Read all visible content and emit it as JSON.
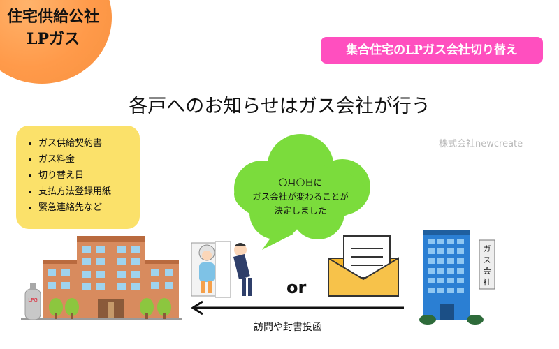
{
  "badge": {
    "line1": "住宅供給公社",
    "line2": "LPガス"
  },
  "header_tag": "集合住宅のLPガス会社切り替え",
  "main_title": "各戸へのお知らせはガス会社が行う",
  "watermark": "株式会社newcreate",
  "notice_items": [
    "ガス供給契約書",
    "ガス料金",
    "切り替え日",
    "支払方法登録用紙",
    "緊急連絡先など"
  ],
  "speech_bubble": {
    "line1": "〇月〇日に",
    "line2": "ガス会社が変わることが",
    "line3": "決定しました"
  },
  "or_label": "or",
  "arrow_caption": "訪問や封書投函",
  "building_sign": {
    "c1": "ガ",
    "c2": "ス",
    "c3": "会",
    "c4": "社"
  },
  "gas_cylinder_label": "LPG",
  "colors": {
    "badge": "#ff9a4a",
    "tag_bg": "#ff4fbf",
    "list_bg": "#fbe16a",
    "bubble": "#7bdc3c",
    "envelope": "#f5b52a",
    "office": "#2b7fd3"
  }
}
